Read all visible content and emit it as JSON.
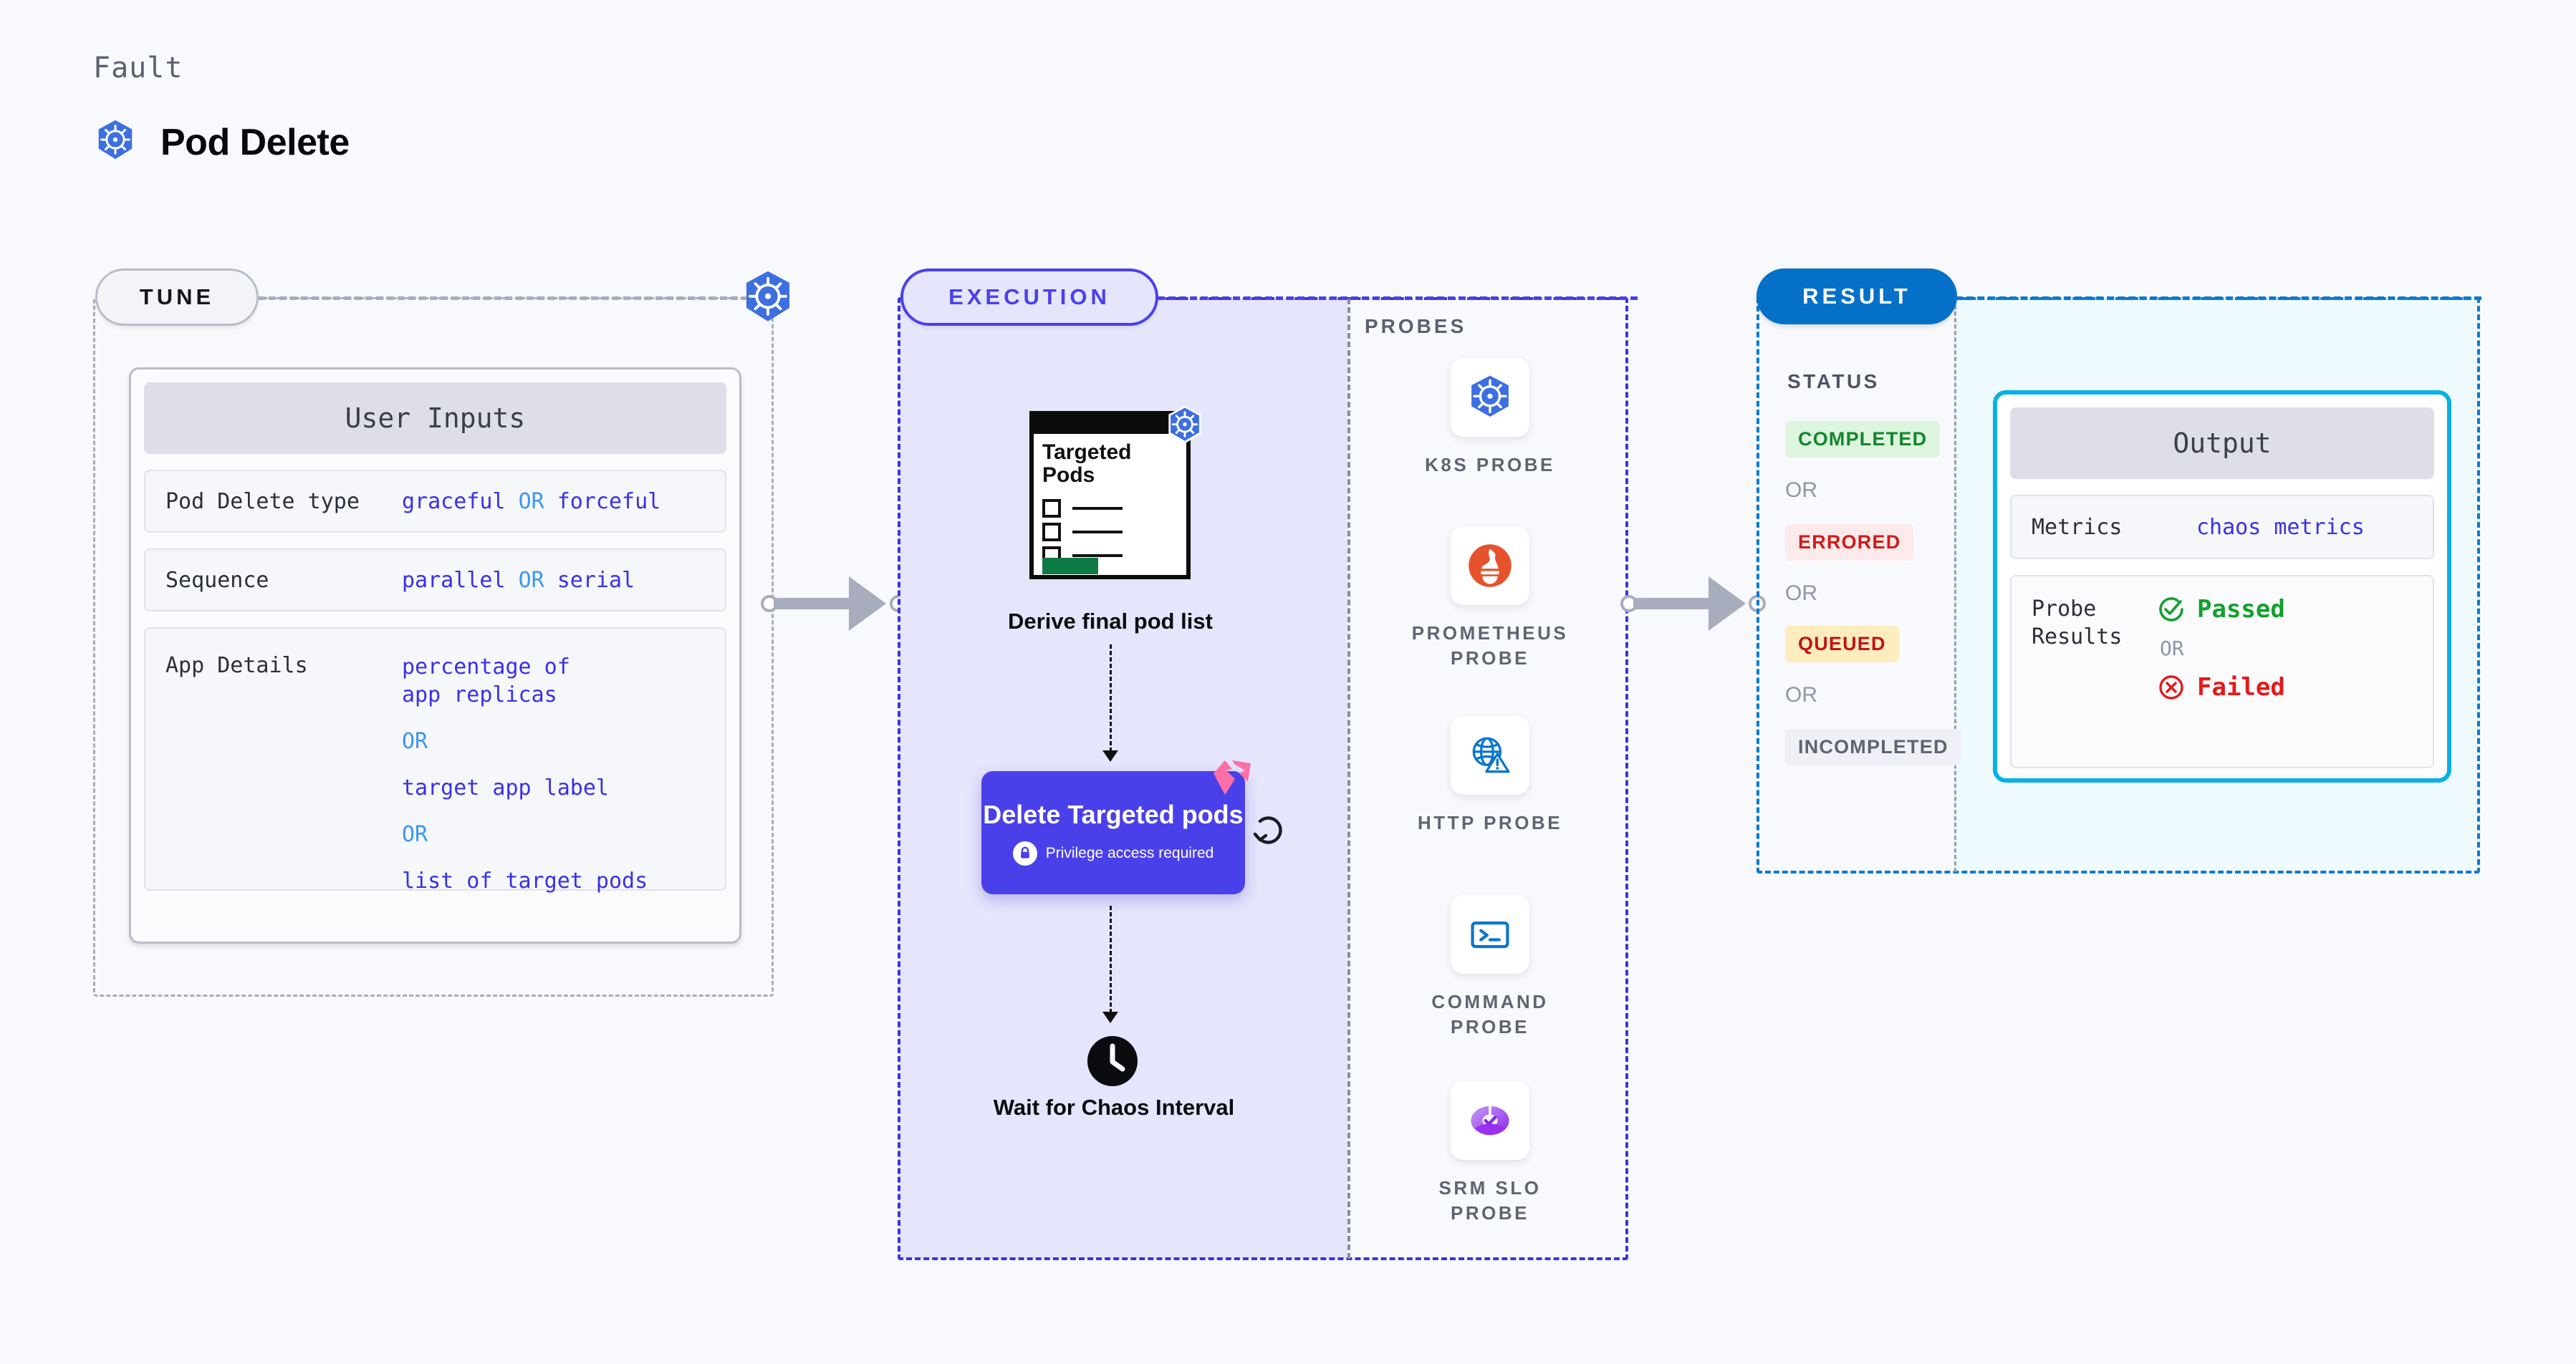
{
  "header": {
    "eyebrow": "Fault",
    "title": "Pod Delete",
    "icon": "kubernetes-icon"
  },
  "tune": {
    "pill_label": "TUNE",
    "badge_icon": "kubernetes-icon",
    "card_title": "User Inputs",
    "rows": [
      {
        "key": "Pod Delete type",
        "values": [
          "graceful",
          "forceful"
        ],
        "separator": "OR",
        "inline": true
      },
      {
        "key": "Sequence",
        "values": [
          "parallel",
          "serial"
        ],
        "separator": "OR",
        "inline": true
      },
      {
        "key": "App Details",
        "values": [
          "percentage of app replicas",
          "target app label",
          "list of target pods"
        ],
        "separator": "OR",
        "inline": false
      }
    ]
  },
  "execution": {
    "pill_label": "EXECUTION",
    "targeted_card": {
      "title": "Targeted Pods",
      "badge_icon": "kubernetes-icon",
      "checkbox_count": 3
    },
    "derive_label": "Derive final pod list",
    "delete_node": {
      "title": "Delete Targeted pods",
      "privilege_text": "Privilege access required",
      "lock_icon": "lock-icon",
      "ribbon_icon": "chaos-ribbon-icon",
      "loop_icon": "loop-refresh-icon",
      "color": "#4a40ea"
    },
    "wait_node": {
      "label": "Wait for Chaos Interval",
      "icon": "clock-icon"
    }
  },
  "probes": {
    "label": "PROBES",
    "items": [
      {
        "label": "K8S PROBE",
        "icon": "kubernetes-icon"
      },
      {
        "label": "PROMETHEUS PROBE",
        "icon": "prometheus-icon"
      },
      {
        "label": "HTTP PROBE",
        "icon": "globe-warning-icon"
      },
      {
        "label": "COMMAND PROBE",
        "icon": "terminal-icon"
      },
      {
        "label": "SRM SLO PROBE",
        "icon": "srm-slo-icon"
      }
    ]
  },
  "result": {
    "pill_label": "RESULT",
    "status_label": "STATUS",
    "separator": "OR",
    "statuses": [
      {
        "label": "COMPLETED",
        "color": "#12862e",
        "bg": "#ddf5dd"
      },
      {
        "label": "ERRORED",
        "color": "#cf1c1c",
        "bg": "#fdeaea"
      },
      {
        "label": "QUEUED",
        "color": "#c01414",
        "bg": "#fcecbe"
      },
      {
        "label": "INCOMPLETED",
        "color": "#5e6472",
        "bg": "#eff0f5"
      }
    ],
    "output": {
      "card_title": "Output",
      "metrics_key": "Metrics",
      "metrics_value": "chaos metrics",
      "probe_results_key": "Probe Results",
      "passed_label": "Passed",
      "passed_icon": "check-circle-icon",
      "failed_label": "Failed",
      "failed_icon": "x-circle-icon",
      "separator": "OR"
    }
  },
  "colors": {
    "page_bg": "#f8f9fc",
    "execution_accent": "#4a40ea",
    "result_accent": "#0b7ad4",
    "output_accent": "#09b0e8",
    "tune_accent": "#a8adbd"
  }
}
